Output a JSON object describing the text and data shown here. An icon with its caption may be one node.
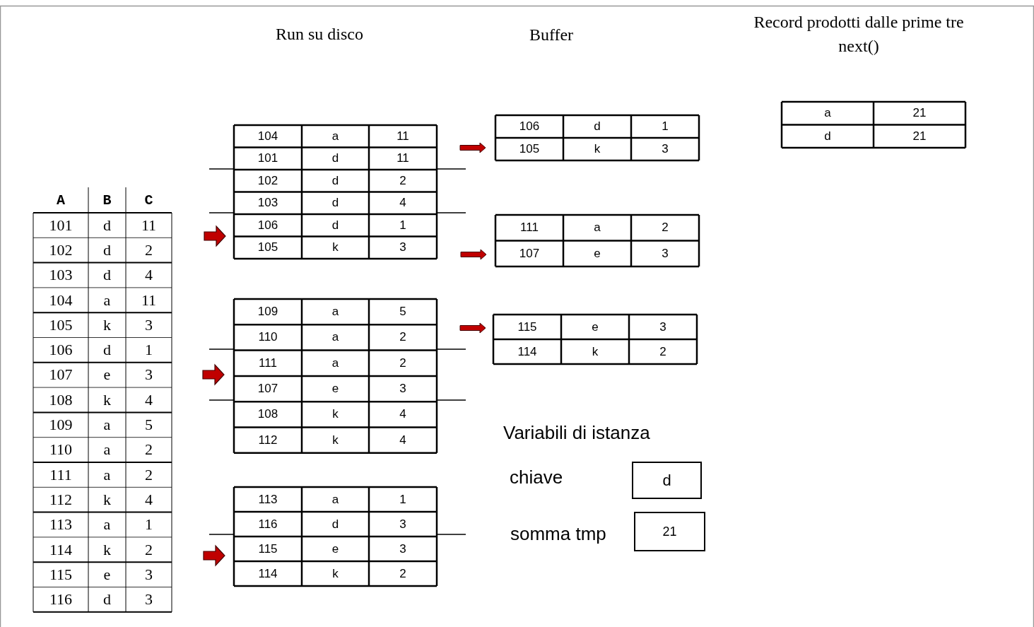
{
  "diagram": {
    "nodes": [
      {
        "text": [
          "d"
        ],
        "beside": [
          "chiave"
        ]
      },
      {
        "text": [
          "21"
        ],
        "beside": [
          "somma tmp"
        ]
      }
    ],
    "labels": [
      "Run su disco",
      "Buffer",
      "Record prodotti dalle prime tre next()",
      "Variabili di istanza",
      "A",
      "B",
      "C",
      "101",
      "d",
      "11",
      "102",
      "d",
      "2",
      "103",
      "d",
      "4",
      "104",
      "a",
      "11",
      "105",
      "k",
      "3",
      "106",
      "d",
      "1",
      "107",
      "e",
      "3",
      "108",
      "k",
      "4",
      "109",
      "a",
      "5",
      "110",
      "a",
      "2",
      "111",
      "a",
      "2",
      "112",
      "k",
      "4",
      "113",
      "a",
      "1",
      "114",
      "k",
      "2",
      "115",
      "e",
      "3",
      "116",
      "d",
      "3",
      "104",
      "a",
      "11",
      "101",
      "d",
      "11",
      "102",
      "d",
      "2",
      "103",
      "d",
      "4",
      "106",
      "d",
      "1",
      "105",
      "k",
      "3",
      "109",
      "a",
      "5",
      "110",
      "a",
      "2",
      "111",
      "a",
      "2",
      "107",
      "e",
      "3",
      "108",
      "k",
      "4",
      "112",
      "k",
      "4",
      "113",
      "a",
      "1",
      "116",
      "d",
      "3",
      "115",
      "e",
      "3",
      "114",
      "k",
      "2",
      "106",
      "d",
      "1",
      "105",
      "k",
      "3",
      "111",
      "a",
      "2",
      "107",
      "e",
      "3",
      "115",
      "e",
      "3",
      "114",
      "k",
      "2",
      "a",
      "21",
      "d",
      "21"
    ]
  }
}
